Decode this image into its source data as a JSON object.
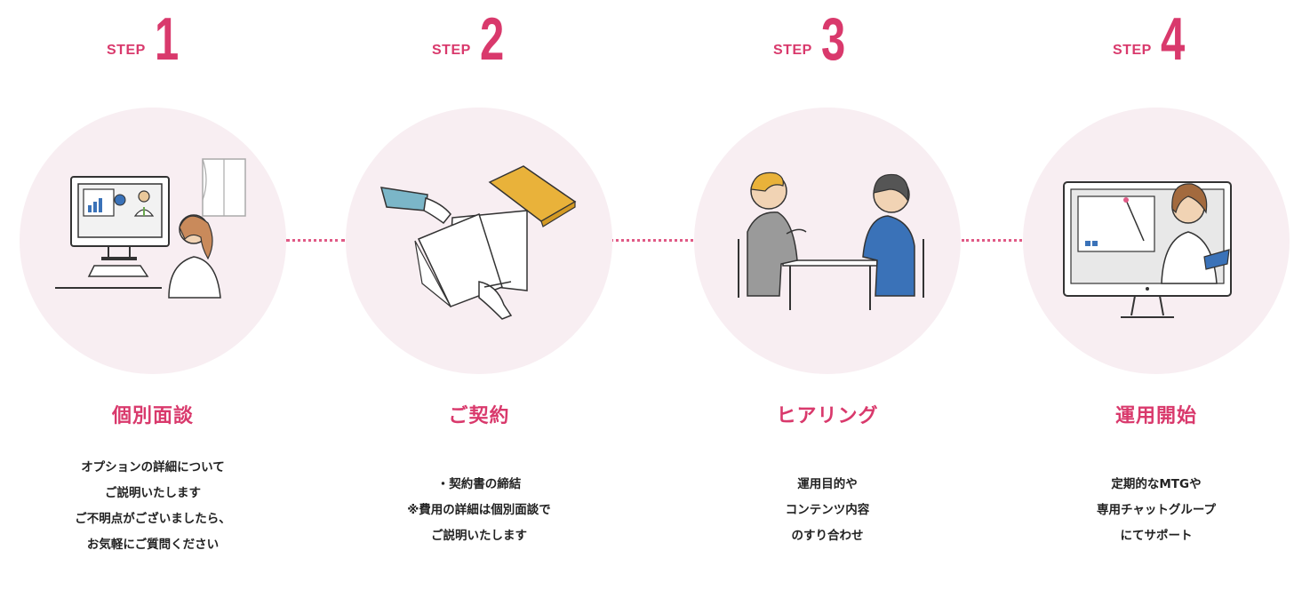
{
  "steps": [
    {
      "step_word": "STEP",
      "number": "1",
      "title": "個別面談",
      "lines": [
        "オプションの詳細について",
        "ご説明いたします",
        "ご不明点がございましたら、",
        "お気軽にご質問ください"
      ],
      "icon": "video-meeting-illustration"
    },
    {
      "step_word": "STEP",
      "number": "2",
      "title": "ご契約",
      "lines": [
        "・契約書の締結",
        "※費用の詳細は個別面談で",
        "ご説明いたします"
      ],
      "icon": "contract-documents-illustration"
    },
    {
      "step_word": "STEP",
      "number": "3",
      "title": "ヒアリング",
      "lines": [
        "運用目的や",
        "コンテンツ内容",
        "のすり合わせ"
      ],
      "icon": "hearing-meeting-illustration"
    },
    {
      "step_word": "STEP",
      "number": "4",
      "title": "運用開始",
      "lines": [
        "定期的なMTGや",
        "専用チャットグループ",
        "にてサポート"
      ],
      "icon": "monitor-teacher-illustration"
    }
  ],
  "colors": {
    "accent": "#d9396c",
    "circle": "#f8eef2",
    "text": "#222222",
    "blue": "#3a72b8",
    "yellow": "#e9b23a",
    "teal": "#7bb6c8"
  }
}
